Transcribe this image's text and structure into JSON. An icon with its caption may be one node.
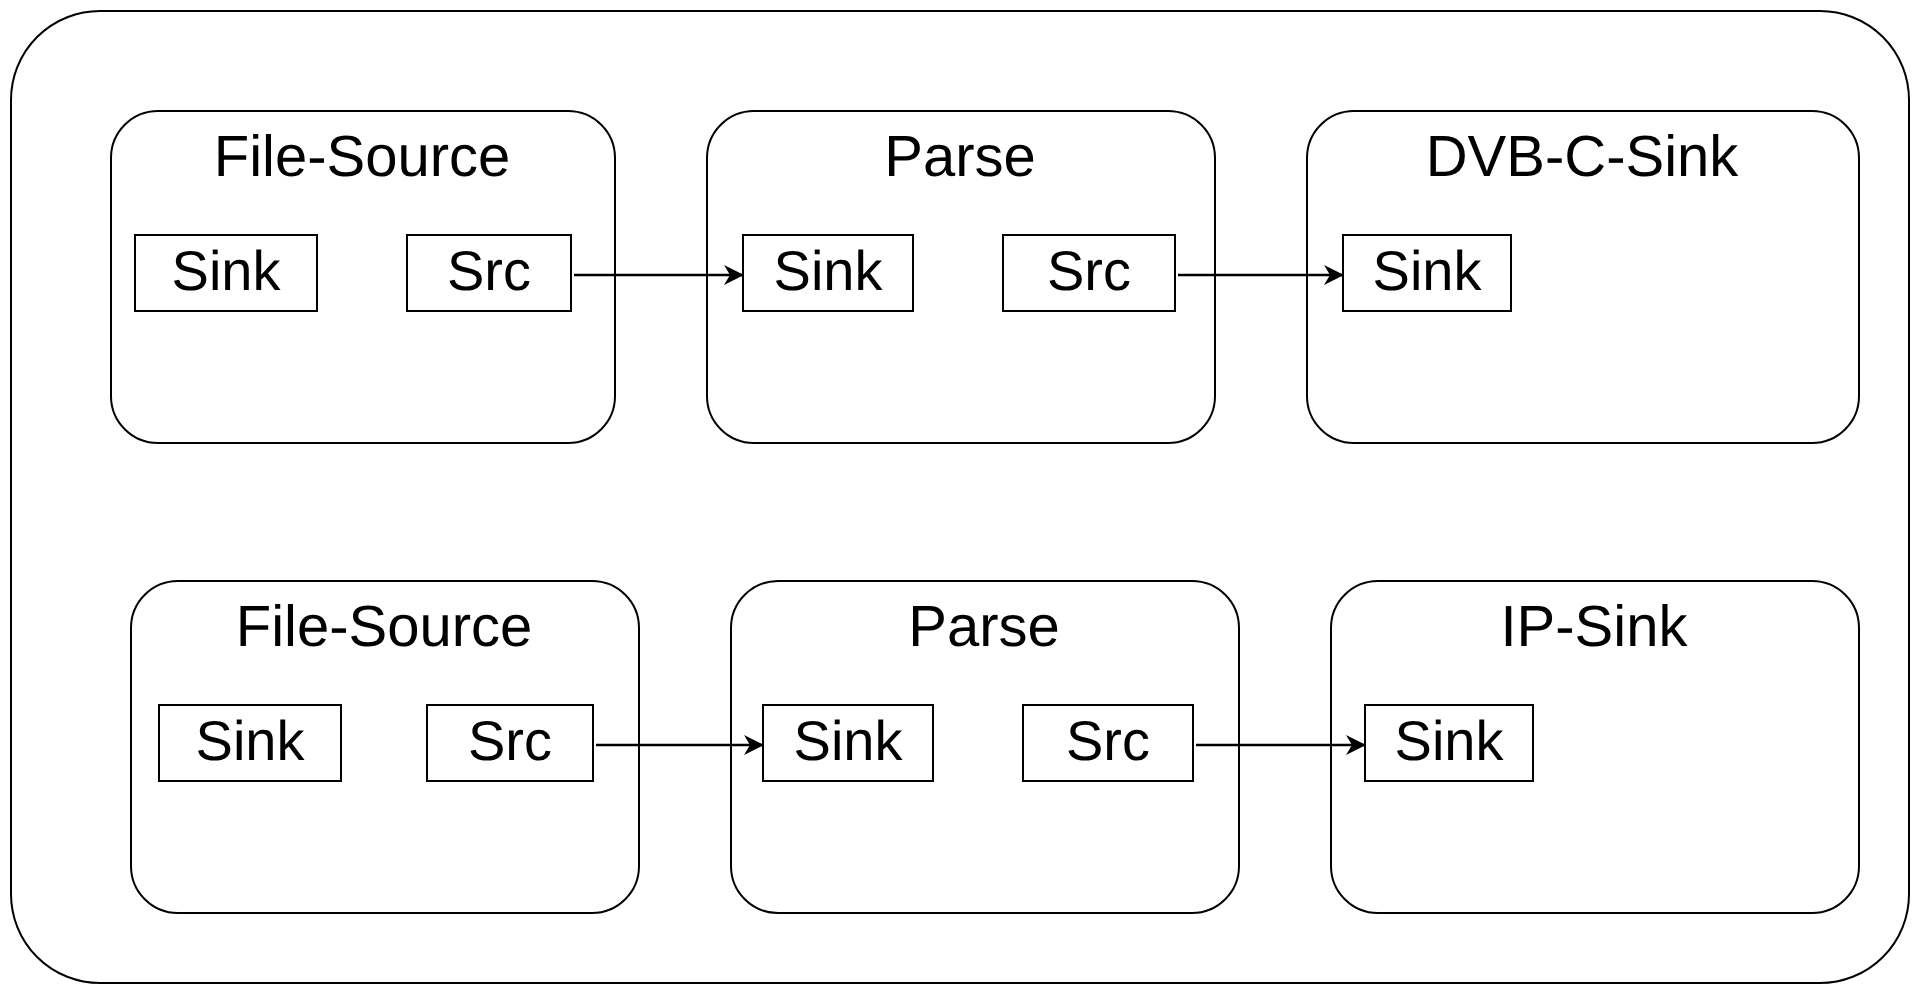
{
  "diagram": {
    "nodes": [
      {
        "text": [],
        "shape": "box"
      },
      {
        "text": [
          "File-Source"
        ],
        "in": 0
      },
      {
        "text": [
          "Sink"
        ],
        "in": 1
      },
      {
        "text": [
          "Src"
        ],
        "in": 1
      },
      {
        "text": [
          "Parse"
        ],
        "in": 0
      },
      {
        "text": [
          "Sink"
        ],
        "in": 4
      },
      {
        "text": [
          "Src"
        ],
        "in": 4
      },
      {
        "text": [
          "DVB-C-Sink"
        ],
        "in": 0
      },
      {
        "text": [
          "Sink"
        ],
        "in": 7
      },
      {
        "text": [
          "File-Source"
        ],
        "in": 0
      },
      {
        "text": [
          "Sink"
        ],
        "in": 9
      },
      {
        "text": [
          "Src"
        ],
        "in": 9
      },
      {
        "text": [
          "Parse"
        ],
        "in": 0
      },
      {
        "text": [
          "Sink"
        ],
        "in": 12
      },
      {
        "text": [
          "Src"
        ],
        "in": 12
      },
      {
        "text": [
          "IP-Sink"
        ],
        "in": 0
      },
      {
        "text": [
          "Sink"
        ],
        "in": 15
      }
    ],
    "edges": [
      {
        "from": 3,
        "to": 5,
        "arrow": "to"
      },
      {
        "from": 6,
        "to": 8,
        "arrow": "to"
      },
      {
        "from": 11,
        "to": 13,
        "arrow": "to"
      },
      {
        "from": 14,
        "to": 16,
        "arrow": "to"
      }
    ]
  }
}
